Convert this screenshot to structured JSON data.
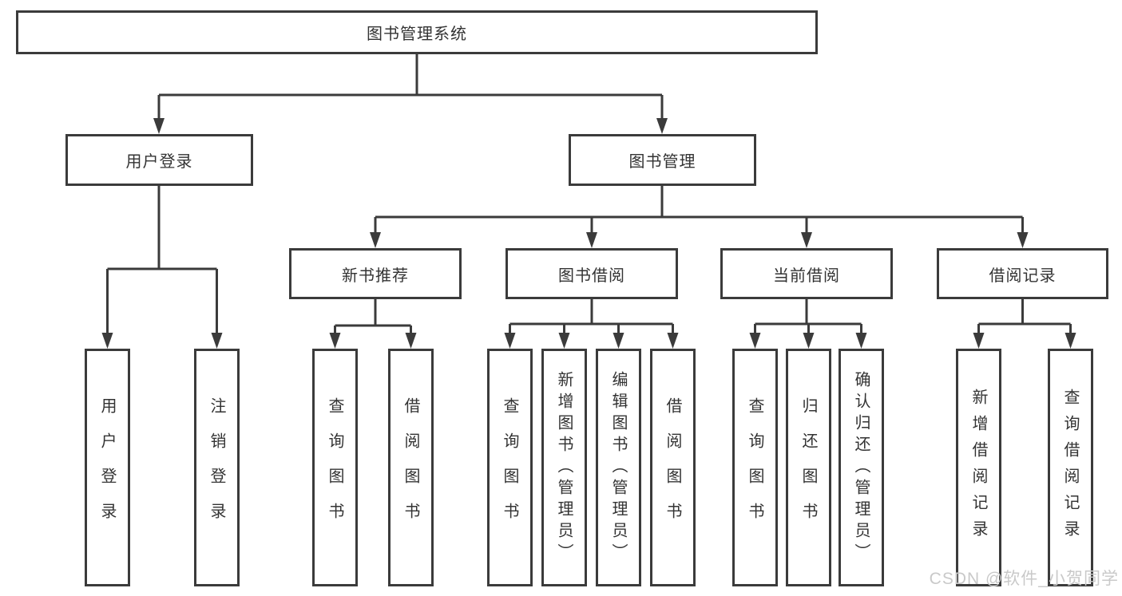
{
  "diagram_title": "图书管理系统",
  "tree": {
    "root": {
      "label": "图书管理系统"
    },
    "branches": [
      {
        "label": "用户登录",
        "children": [
          {
            "label": "用户登录"
          },
          {
            "label": "注销登录"
          }
        ]
      },
      {
        "label": "图书管理",
        "children": [
          {
            "label": "新书推荐",
            "children": [
              {
                "label": "查询图书"
              },
              {
                "label": "借阅图书"
              }
            ]
          },
          {
            "label": "图书借阅",
            "children": [
              {
                "label": "查询图书"
              },
              {
                "label": "新增图书（管理员）"
              },
              {
                "label": "编辑图书（管理员）"
              },
              {
                "label": "借阅图书"
              }
            ]
          },
          {
            "label": "当前借阅",
            "children": [
              {
                "label": "查询图书"
              },
              {
                "label": "归还图书"
              },
              {
                "label": "确认归还（管理员）"
              }
            ]
          },
          {
            "label": "借阅记录",
            "children": [
              {
                "label": "新增借阅记录"
              },
              {
                "label": "查询借阅记录"
              }
            ]
          }
        ]
      }
    ]
  },
  "watermark": {
    "text": "CSDN @软件_小贺同学",
    "color": "#c9c9c9"
  },
  "colors": {
    "line": "#3b3b3b",
    "box_border": "#3b3b3b",
    "box_fill": "#ffffff",
    "text": "#333333",
    "background": "#ffffff"
  }
}
